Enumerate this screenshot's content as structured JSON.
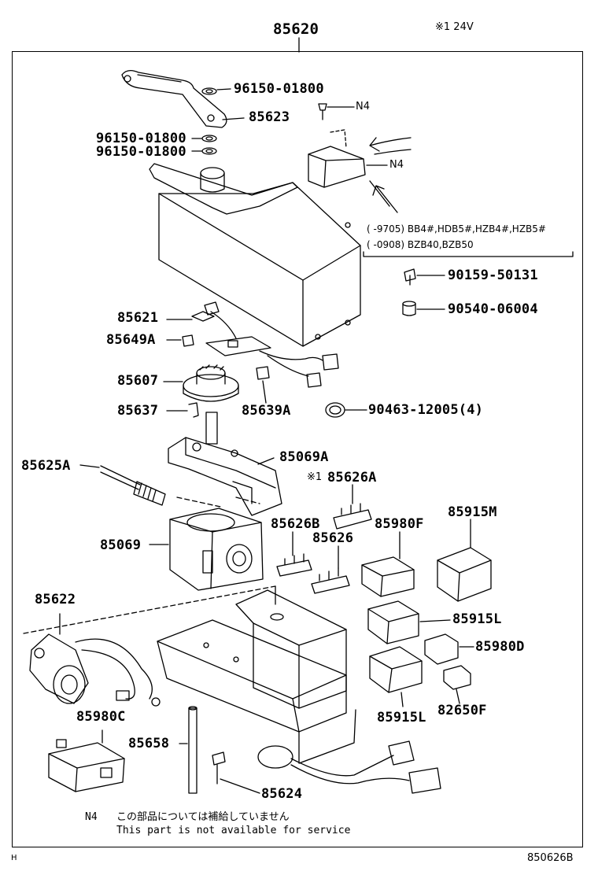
{
  "header": {
    "part_number": "85620",
    "note_mark": "※1 24V"
  },
  "labels": {
    "p96150_01800_top": "96150-01800",
    "p85623": "85623",
    "p96150_01800_a": "96150-01800",
    "p96150_01800_b": "96150-01800",
    "n4_a": "N4",
    "n4_b": "N4",
    "model_line_1": "(    -9705) BB4#,HDB5#,HZB4#,HZB5#",
    "model_line_2": "(    -0908) BZB40,BZB50",
    "p90159_50131": "90159-50131",
    "p90540_06004": "90540-06004",
    "p85621": "85621",
    "p85649a": "85649A",
    "p85607": "85607",
    "p85639a": "85639A",
    "p85637": "85637",
    "p90463_12005": "90463-12005(4)",
    "p85069a": "85069A",
    "p85625a": "85625A",
    "mark_85626a": "※1",
    "p85626a": "85626A",
    "p85626b": "85626B",
    "p85980f": "85980F",
    "p85915m": "85915M",
    "p85626": "85626",
    "p85069": "85069",
    "p85622": "85622",
    "p85915l_a": "85915L",
    "p85980d": "85980D",
    "p85915l_b": "85915L",
    "p82650f": "82650F",
    "p85980c": "85980C",
    "p85658": "85658",
    "p85624": "85624"
  },
  "footer": {
    "n4_code": "N4",
    "note_jp": "この部品については補給していません",
    "note_en": "This part is not available for service",
    "corner_mark": "H",
    "diagram_id": "850626B"
  }
}
